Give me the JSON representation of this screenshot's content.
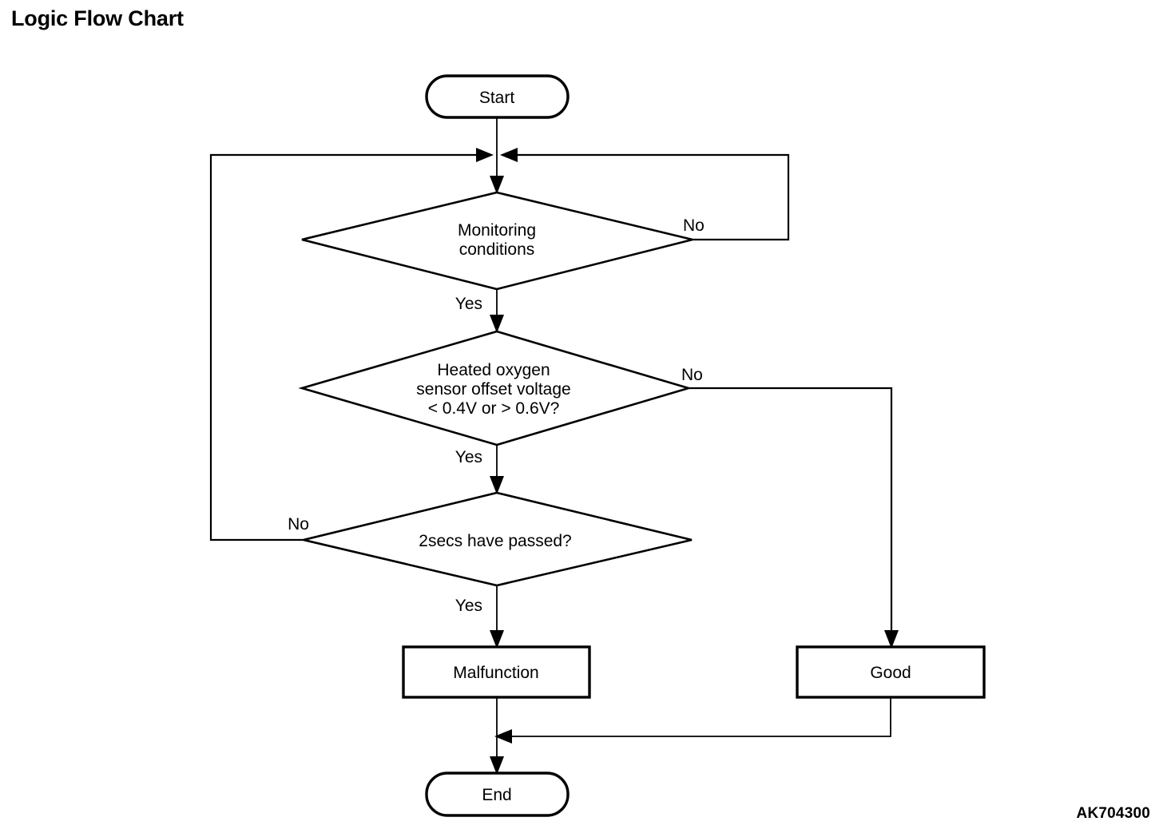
{
  "page": {
    "title": "Logic Flow Chart",
    "reference_code": "AK704300",
    "background_color": "#ffffff",
    "line_color": "#000000"
  },
  "chart_data": {
    "type": "diagram",
    "diagram_kind": "flowchart",
    "title": "Logic Flow Chart",
    "nodes": [
      {
        "id": "start",
        "shape": "terminator",
        "label": "Start"
      },
      {
        "id": "monitoring",
        "shape": "decision",
        "label": "Monitoring conditions",
        "lines": [
          "Monitoring",
          "conditions"
        ]
      },
      {
        "id": "voltage",
        "shape": "decision",
        "label": "Heated oxygen sensor offset voltage < 0.4V or > 0.6V?",
        "lines": [
          "Heated oxygen",
          "sensor offset voltage",
          "< 0.4V or > 0.6V?"
        ]
      },
      {
        "id": "timer",
        "shape": "decision",
        "label": "2secs have passed?",
        "lines": [
          "2secs have passed?"
        ]
      },
      {
        "id": "malfunction",
        "shape": "process",
        "label": "Malfunction"
      },
      {
        "id": "good",
        "shape": "process",
        "label": "Good"
      },
      {
        "id": "end",
        "shape": "terminator",
        "label": "End"
      }
    ],
    "edges": [
      {
        "from": "start",
        "to": "monitoring",
        "label": ""
      },
      {
        "from": "monitoring",
        "to": "monitoring",
        "label": "No",
        "route": "right-loop-back-to-entry"
      },
      {
        "from": "monitoring",
        "to": "voltage",
        "label": "Yes"
      },
      {
        "from": "voltage",
        "to": "good",
        "label": "No",
        "route": "right-then-down"
      },
      {
        "from": "voltage",
        "to": "timer",
        "label": "Yes"
      },
      {
        "from": "timer",
        "to": "monitoring",
        "label": "No",
        "route": "left-loop-back-to-entry"
      },
      {
        "from": "timer",
        "to": "malfunction",
        "label": "Yes"
      },
      {
        "from": "malfunction",
        "to": "end",
        "label": ""
      },
      {
        "from": "good",
        "to": "end",
        "label": "",
        "route": "down-then-left"
      }
    ]
  },
  "labels": {
    "start": "Start",
    "monitoring_line1": "Monitoring",
    "monitoring_line2": "conditions",
    "voltage_line1": "Heated oxygen",
    "voltage_line2": "sensor offset voltage",
    "voltage_line3": "< 0.4V or > 0.6V?",
    "timer": "2secs have passed?",
    "malfunction": "Malfunction",
    "good": "Good",
    "end": "End",
    "monitoring_no": "No",
    "monitoring_yes": "Yes",
    "voltage_no": "No",
    "voltage_yes": "Yes",
    "timer_no": "No",
    "timer_yes": "Yes"
  }
}
